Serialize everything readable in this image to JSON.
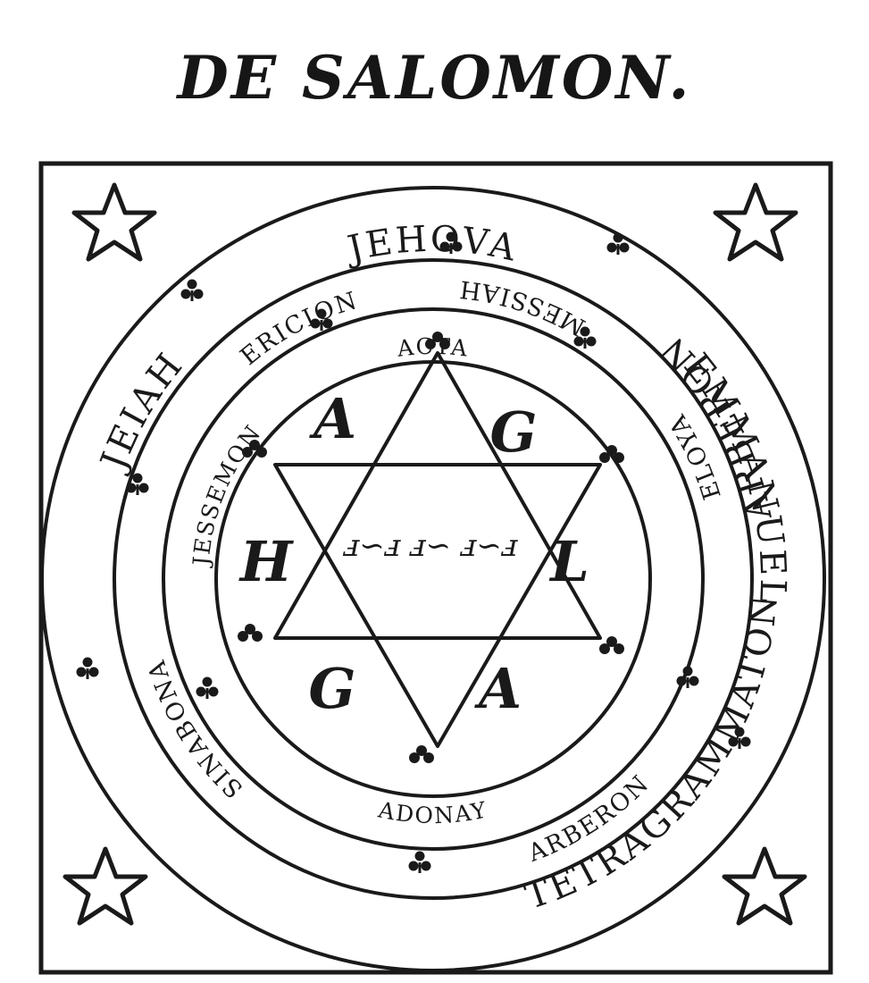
{
  "title": "DE SALOMON.",
  "outer_ring": {
    "top": "JEHOVA",
    "right": "EMMANUEL",
    "right_lower": "ARBERON",
    "bottom": "TETRAGRAMMATON",
    "left": "JEIAH"
  },
  "middle_ring": {
    "top_left": "ERICION",
    "top_right": "MESSIAH",
    "right": "ELOYA",
    "lower_right": "ARBERON",
    "lower_left": "SINABONA"
  },
  "inner_ring": {
    "top": "ACTA",
    "left": "JESSEMON",
    "bottom": "ADONAY"
  },
  "star_letters": {
    "upper_left": "A",
    "upper_right": "G",
    "left": "H",
    "right": "L",
    "lower_left": "G",
    "lower_right": "A"
  },
  "center_inscription": "ⅎ∽ⅎ ⅎ∽ ⅎ∽ⅎ",
  "icons": {
    "corner_star": "star-outline-icon",
    "trefoil": "trefoil-icon",
    "cross_terminal": "cross-terminal-icon"
  }
}
